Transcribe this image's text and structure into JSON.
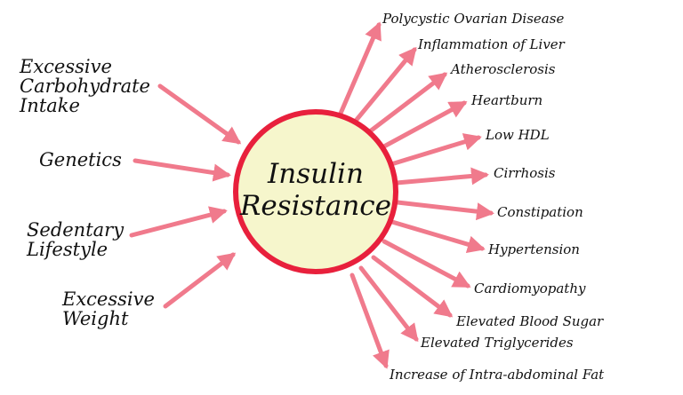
{
  "center": {
    "line1": "Insulin",
    "line2": "Resistance"
  },
  "causes": [
    {
      "lines": [
        "Excessive",
        "Carbohydrate",
        "Intake"
      ]
    },
    {
      "lines": [
        "Genetics"
      ]
    },
    {
      "lines": [
        "Sedentary",
        "Lifestyle"
      ]
    },
    {
      "lines": [
        "Excessive",
        "Weight"
      ]
    }
  ],
  "effects": [
    "Polycystic Ovarian Disease",
    "Inflammation of Liver",
    "Atherosclerosis",
    "Heartburn",
    "Low HDL",
    "Cirrhosis",
    "Constipation",
    "Hypertension",
    "Cardiomyopathy",
    "Elevated Blood Sugar",
    "Elevated Triglycerides",
    "Increase of Intra-abdominal Fat"
  ],
  "colors": {
    "arrow": "#f07a8c",
    "circle_fill": "#f6f6cc",
    "circle_stroke": "#e8203c",
    "text": "#111111"
  }
}
